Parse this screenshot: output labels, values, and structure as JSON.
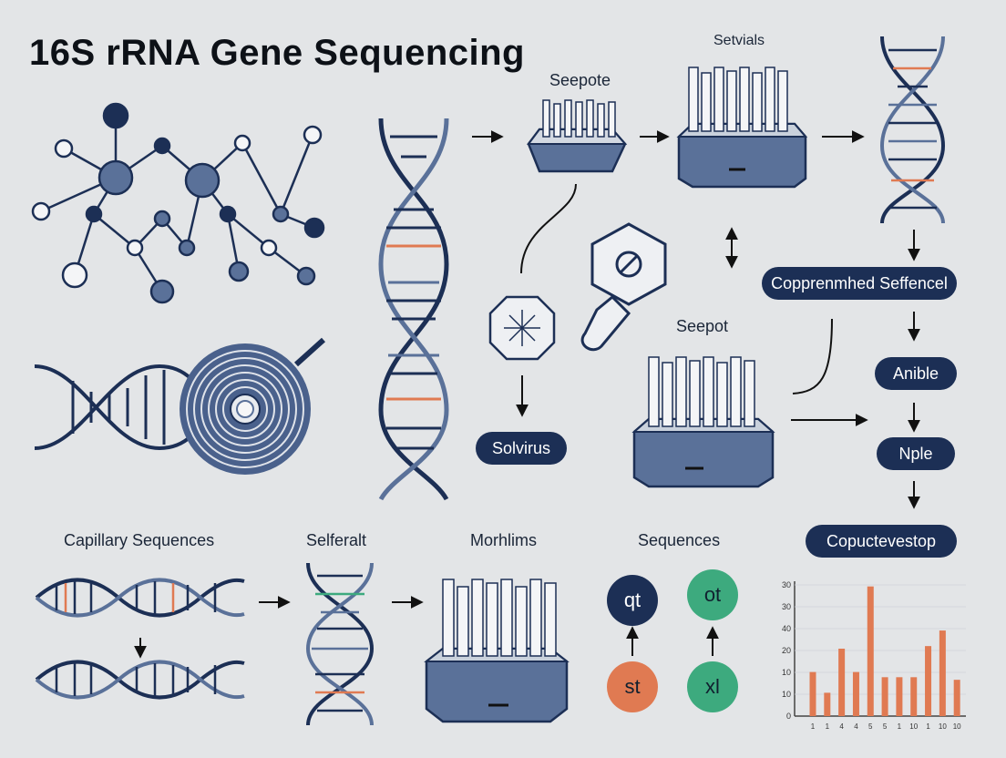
{
  "title": "16S rRNA Gene Sequencing",
  "labels": {
    "seepote": "Seepote",
    "setvials": "Setvials",
    "seepot": "Seepot",
    "capillary": "Capillary Sequences",
    "selferalt": "Selferalt",
    "morhlims": "Morhlims",
    "sequences": "Sequences"
  },
  "pills": {
    "solvirus": "Solvirus",
    "comprehended": "Copprenmhed Seffencel",
    "anible": "Anible",
    "nple": "Nple",
    "copuctevestop": "Copuctevestop"
  },
  "circles": {
    "qt": "qt",
    "ot": "ot",
    "st": "st",
    "xl": "xl"
  },
  "colors": {
    "navy": "#1c2f55",
    "steel": "#5a7199",
    "orange": "#e07a52",
    "green": "#3daa7e",
    "background": "#e3e5e7"
  },
  "chart_data": {
    "type": "bar",
    "y_ticks": [
      0,
      10,
      10,
      20,
      40,
      30,
      30
    ],
    "categories": [
      "1",
      "1",
      "4",
      "4",
      "5",
      "5",
      "1",
      "10",
      "1",
      "10",
      "10"
    ],
    "values": [
      17,
      9,
      26,
      17,
      50,
      15,
      15,
      15,
      27,
      33,
      14
    ],
    "ylim": [
      0,
      52
    ],
    "color": "#e07a52"
  }
}
